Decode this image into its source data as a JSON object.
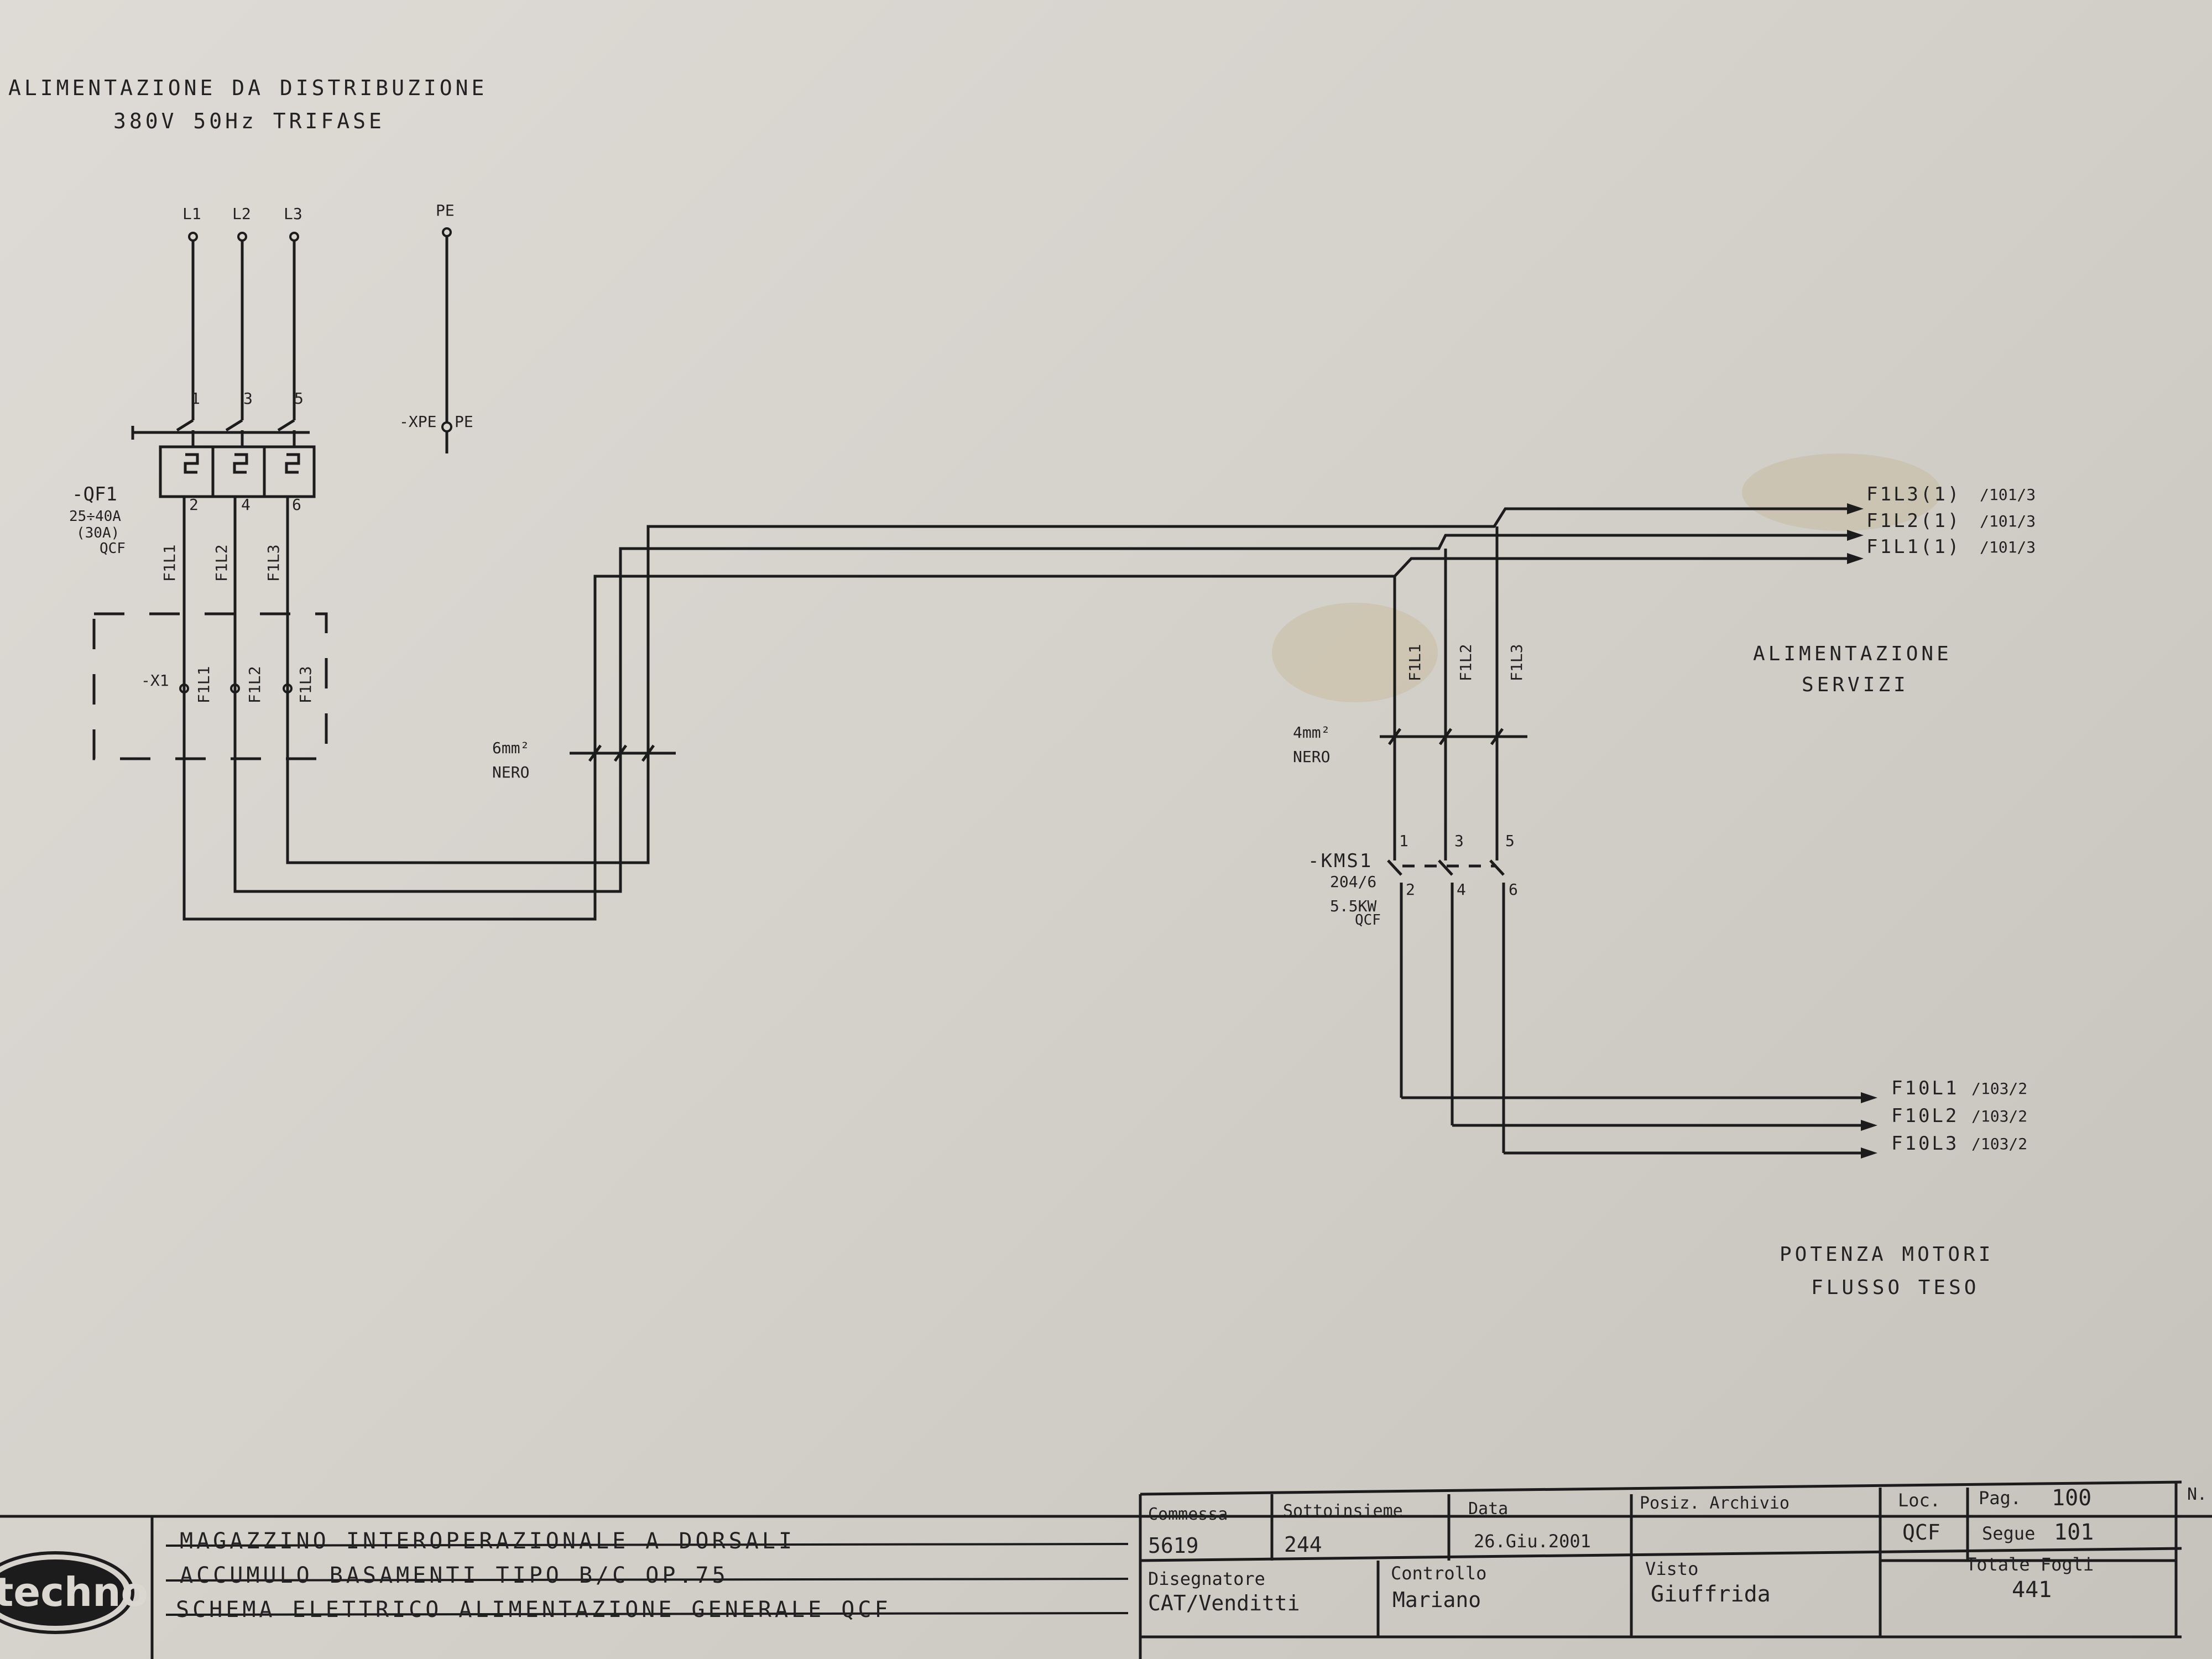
{
  "colors": {
    "paper": "#dad6d0",
    "ink": "#1c1c1c"
  },
  "header": {
    "title_line1": "ALIMENTAZIONE DA DISTRIBUZIONE",
    "title_line2": "380V 50Hz TRIFASE"
  },
  "supply": {
    "phases": [
      "L1",
      "L2",
      "L3"
    ],
    "pe": "PE",
    "breaker_top_terminals": [
      "1",
      "3",
      "5"
    ],
    "breaker_bottom_terminals": [
      "2",
      "4",
      "6"
    ],
    "xpe_label": "-XPE",
    "xpe_terminal": "PE"
  },
  "breaker": {
    "tag": "-QF1",
    "rating": "25÷40A",
    "setting": "(30A)",
    "location": "QCF"
  },
  "wires_main": [
    "F1L1",
    "F1L2",
    "F1L3"
  ],
  "terminal_block": {
    "tag": "-X1",
    "terminals": [
      "F1L1",
      "F1L2",
      "F1L3"
    ]
  },
  "cable1": {
    "section": "6mm²",
    "color": "NERO"
  },
  "cable2": {
    "section": "4mm²",
    "color": "NERO"
  },
  "services_wires": [
    "F1L1",
    "F1L2",
    "F1L3"
  ],
  "outputs_services": [
    {
      "label": "F1L3(1)",
      "ref": "/101/3"
    },
    {
      "label": "F1L2(1)",
      "ref": "/101/3"
    },
    {
      "label": "F1L1(1)",
      "ref": "/101/3"
    }
  ],
  "services_caption": [
    "ALIMENTAZIONE",
    "SERVIZI"
  ],
  "motor_switch": {
    "tag": "-KMS1",
    "ref": "204/6",
    "power": "5.5KW",
    "location": "QCF",
    "top_terminals": [
      "1",
      "3",
      "5"
    ],
    "bottom_terminals": [
      "2",
      "4",
      "6"
    ]
  },
  "outputs_motors": [
    {
      "label": "F10L1",
      "ref": "/103/2"
    },
    {
      "label": "F10L2",
      "ref": "/103/2"
    },
    {
      "label": "F10L3",
      "ref": "/103/2"
    }
  ],
  "motors_caption": [
    "POTENZA MOTORI",
    "FLUSSO TESO"
  ],
  "title_block": {
    "logo": "techno",
    "description": [
      "MAGAZZINO INTEROPERAZIONALE A DORSALI",
      "ACCUMULO BASAMENTI TIPO B/C OP.75",
      "SCHEMA ELETTRICO ALIMENTAZIONE GENERALE QCF"
    ],
    "commessa_label": "Commessa",
    "commessa": "5619",
    "sottoinsieme_label": "Sottoinsieme",
    "sottoinsieme": "244",
    "data_label": "Data",
    "data": "26.Giu.2001",
    "posiz_label": "Posiz. Archivio",
    "loc_label": "Loc.",
    "loc": "QCF",
    "pag_label": "Pag.",
    "pag": "100",
    "segue_label": "Segue",
    "segue": "101",
    "n_label": "N.",
    "disegnatore_label": "Disegnatore",
    "disegnatore": "CAT/Venditti",
    "controllo_label": "Controllo",
    "controllo": "Mariano",
    "visto_label": "Visto",
    "visto": "Giuffrida",
    "totale_label": "Totale Fogli",
    "totale": "441"
  }
}
